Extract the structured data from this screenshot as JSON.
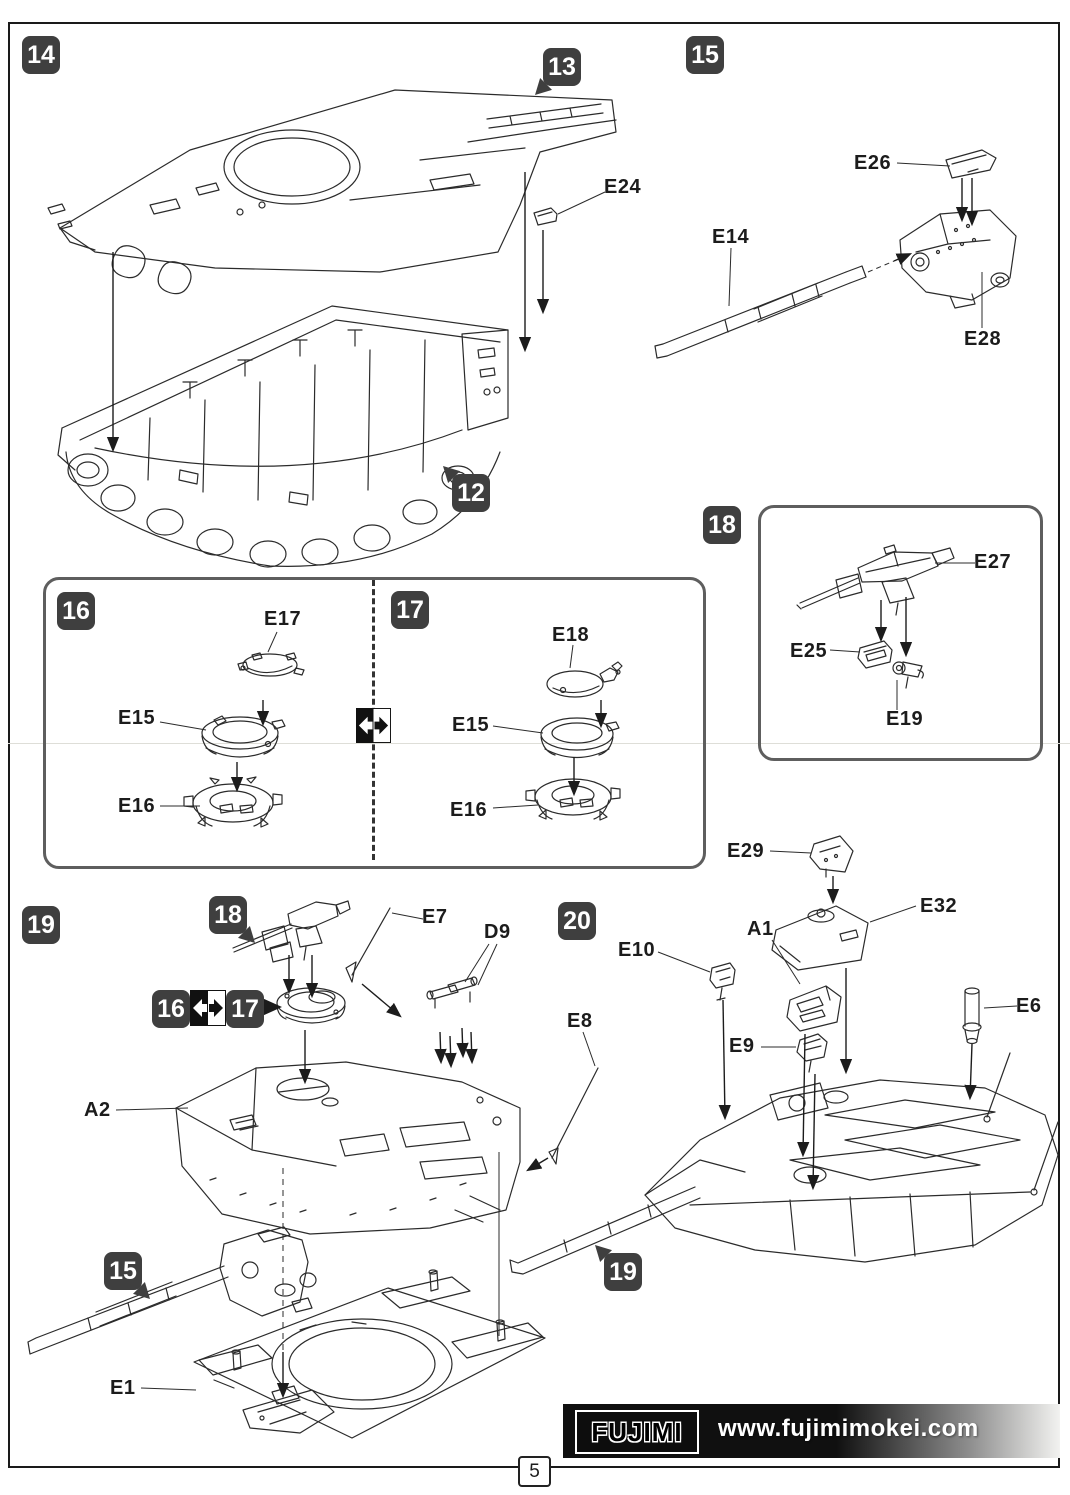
{
  "page": {
    "number": "5"
  },
  "footer": {
    "brand": "FUJIMI",
    "website": "www.fujimimokei.com"
  },
  "colors": {
    "badge_bg": "#3f3f3f",
    "ink": "#1c1c1c",
    "box_border": "#5e5e5e"
  },
  "sections": {
    "step14": {
      "badge": "14",
      "callout_subassembly_top": "13",
      "callout_subassembly_bottom": "12",
      "parts": {
        "e24": "E24"
      }
    },
    "step15": {
      "badge": "15",
      "parts": {
        "e26": "E26",
        "e14": "E14",
        "e28": "E28"
      }
    },
    "step16": {
      "badge": "16",
      "parts": {
        "e17": "E17",
        "e15": "E15",
        "e16": "E16"
      }
    },
    "step17": {
      "badge": "17",
      "parts": {
        "e18": "E18",
        "e15": "E15",
        "e16": "E16"
      }
    },
    "step18": {
      "badge": "18",
      "parts": {
        "e27": "E27",
        "e25": "E25",
        "e19": "E19"
      }
    },
    "step19": {
      "badge": "19",
      "callout_mg": "18",
      "callout_hatch_left": "16",
      "callout_hatch_right": "17",
      "callout_gun": "15",
      "parts": {
        "e7": "E7",
        "d9": "D9",
        "e8": "E8",
        "a2": "A2",
        "e1": "E1"
      }
    },
    "step20": {
      "badge": "20",
      "callout_turret": "19",
      "parts": {
        "e29": "E29",
        "e32": "E32",
        "a1": "A1",
        "e10": "E10",
        "e9": "E9",
        "e6": "E6"
      }
    }
  }
}
